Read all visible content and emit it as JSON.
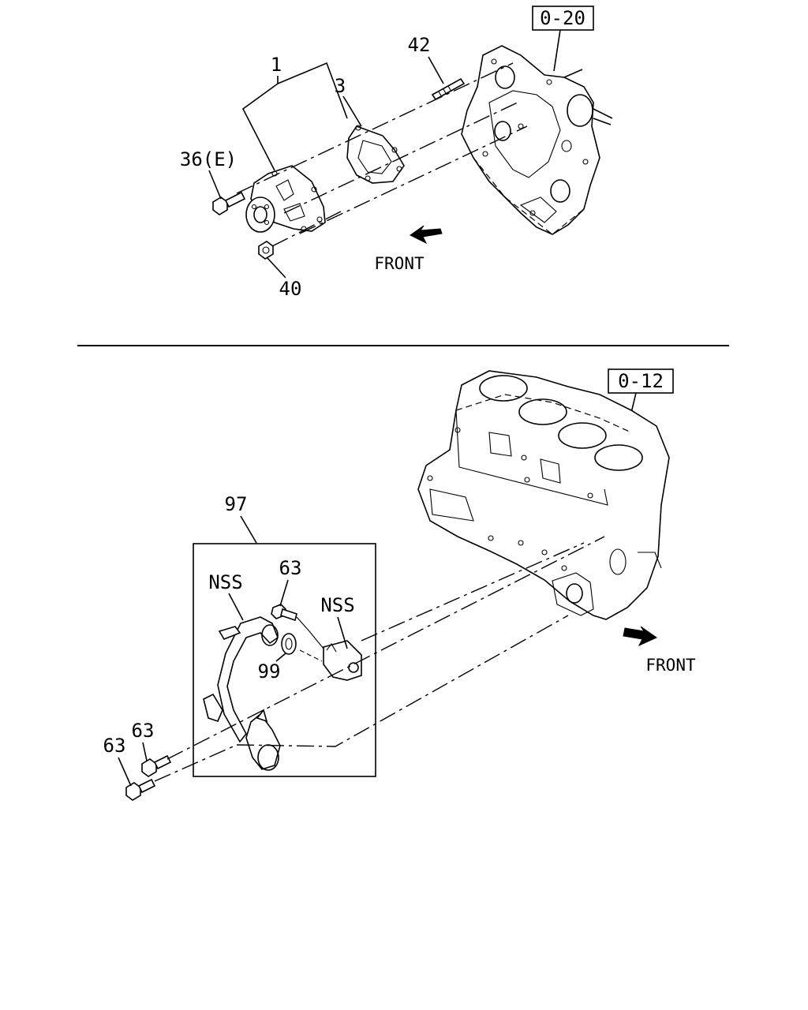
{
  "upper": {
    "ref_box": "0-20",
    "front_label": "FRONT",
    "callouts": {
      "water_pump": "1",
      "gasket": "3",
      "bolt": "36(E)",
      "stud": "42",
      "nut": "40"
    }
  },
  "lower": {
    "ref_box": "0-12",
    "front_label": "FRONT",
    "callouts": {
      "pipe_assembly": "97",
      "nss_left": "NSS",
      "nss_right": "NSS",
      "bolt_top": "63",
      "o_ring": "99",
      "bolt_mid": "63",
      "bolt_low": "63"
    }
  }
}
